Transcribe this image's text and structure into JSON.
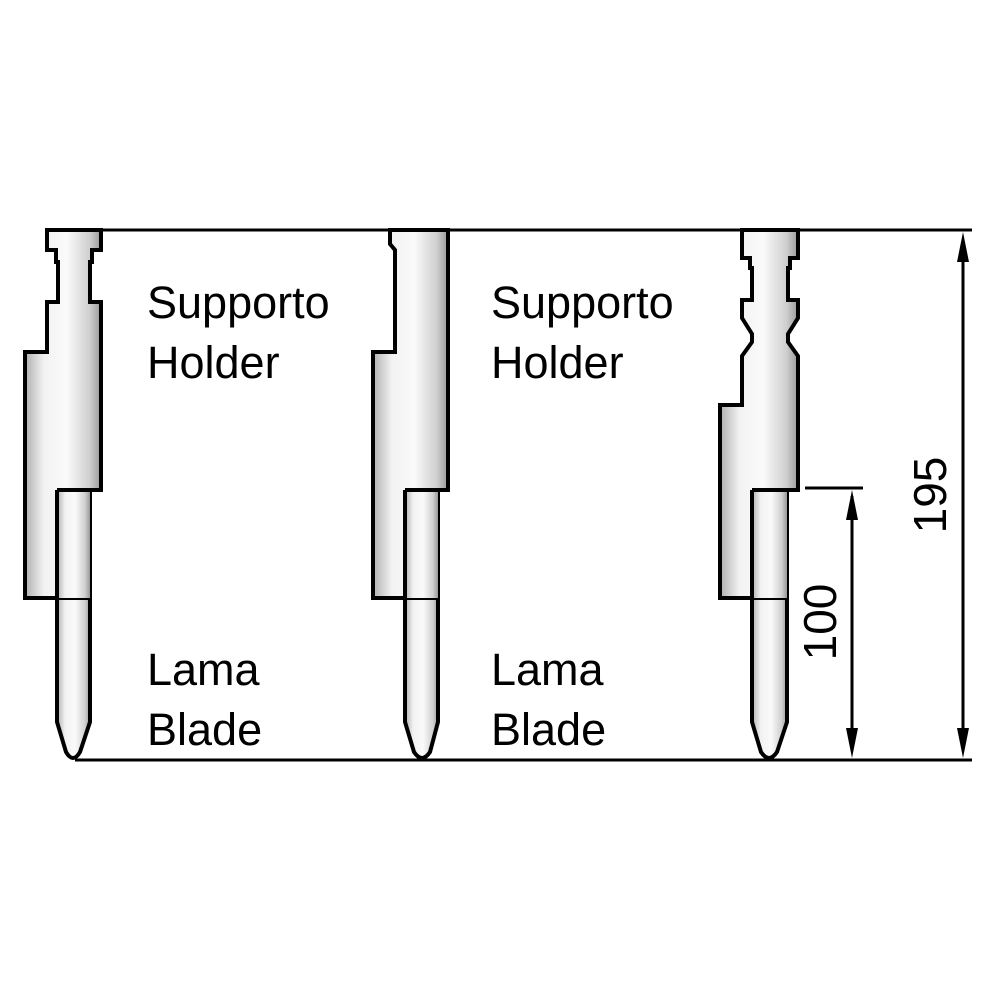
{
  "labels": {
    "holder_it": "Supporto",
    "holder_en": "Holder",
    "blade_it": "Lama",
    "blade_en": "Blade"
  },
  "dimensions": {
    "total_length": "195",
    "blade_length": "100"
  },
  "colors": {
    "metal_light": "#f7f7f7",
    "metal_dark": "#a8a8a8",
    "line": "#000000"
  }
}
